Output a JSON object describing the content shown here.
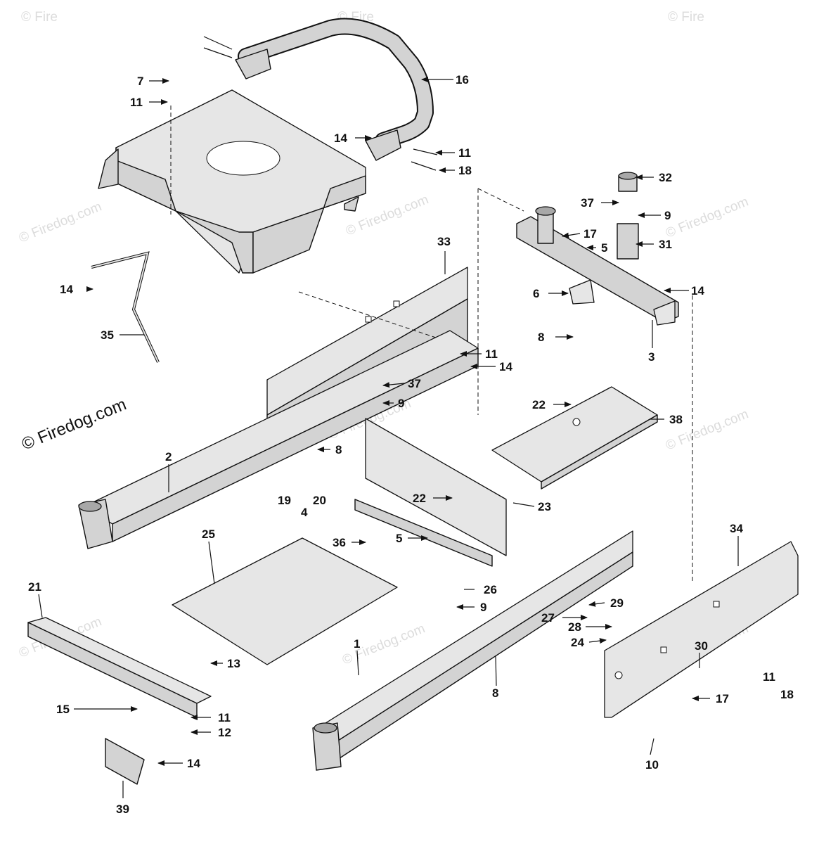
{
  "watermark": {
    "text": "© Firedog.com",
    "corner_text": "© Fire"
  },
  "callouts": [
    "1",
    "2",
    "3",
    "4",
    "5",
    "6",
    "7",
    "8",
    "9",
    "10",
    "11",
    "12",
    "13",
    "14",
    "15",
    "16",
    "17",
    "18",
    "19",
    "20",
    "21",
    "22",
    "23",
    "24",
    "25",
    "26",
    "27",
    "28",
    "29",
    "30",
    "31",
    "32",
    "33",
    "34",
    "35",
    "36",
    "37",
    "38",
    "39"
  ]
}
